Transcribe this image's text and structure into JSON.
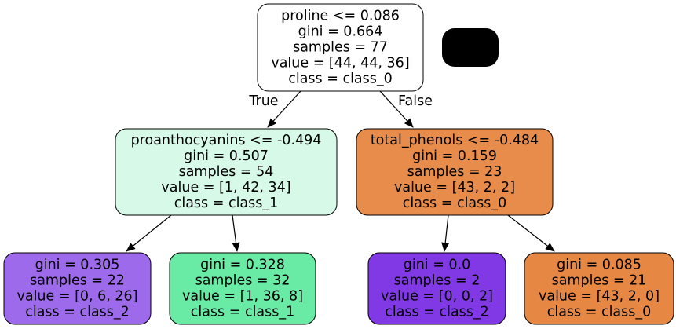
{
  "tree": {
    "nodes": [
      {
        "id": "n0",
        "fill": "#ffffff",
        "lines": [
          "proline <= 0.086",
          "gini = 0.664",
          "samples = 77",
          "value = [44, 44, 36]",
          "class = class_0"
        ]
      },
      {
        "id": "n1",
        "fill": "#d7f9e8",
        "lines": [
          "proanthocyanins <= -0.494",
          "gini = 0.507",
          "samples = 54",
          "value = [1, 42, 34]",
          "class = class_1"
        ]
      },
      {
        "id": "n2",
        "fill": "#e78c4a",
        "lines": [
          "total_phenols <= -0.484",
          "gini = 0.159",
          "samples = 23",
          "value = [43, 2, 2]",
          "class = class_0"
        ]
      },
      {
        "id": "n3",
        "fill": "#9c6aeb",
        "lines": [
          "gini = 0.305",
          "samples = 22",
          "value = [0, 6, 26]",
          "class = class_2"
        ]
      },
      {
        "id": "n4",
        "fill": "#69eba6",
        "lines": [
          "gini = 0.328",
          "samples = 32",
          "value = [1, 36, 8]",
          "class = class_1"
        ]
      },
      {
        "id": "n5",
        "fill": "#8139e5",
        "lines": [
          "gini = 0.0",
          "samples = 2",
          "value = [0, 0, 2]",
          "class = class_2"
        ]
      },
      {
        "id": "n6",
        "fill": "#e68843",
        "lines": [
          "gini = 0.085",
          "samples = 21",
          "value = [43, 2, 0]",
          "class = class_0"
        ]
      }
    ],
    "edge_labels": {
      "true_label": "True",
      "false_label": "False"
    },
    "redaction_color": "#000000"
  }
}
